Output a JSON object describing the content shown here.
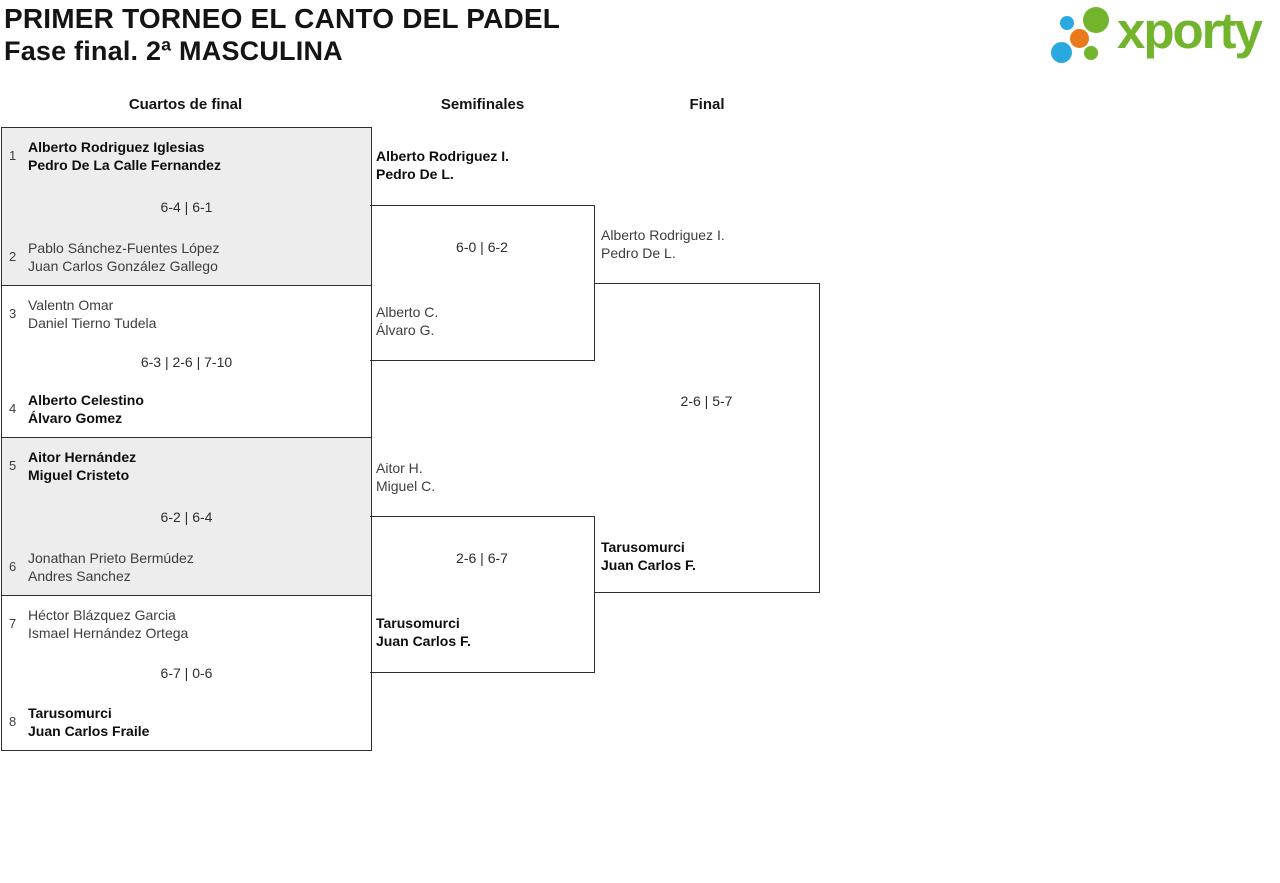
{
  "page": {
    "title_line1": "PRIMER TORNEO EL CANTO DEL PADEL",
    "title_line2": "Fase final. 2ª MASCULINA"
  },
  "logo": {
    "wordmark": "xporty",
    "dots": [
      "blue-small",
      "green-large",
      "orange-medium",
      "blue-large",
      "green-small"
    ],
    "colors": {
      "green": "#72b52c",
      "blue": "#2aa9e0",
      "orange": "#e87a1b"
    }
  },
  "colors": {
    "line": "#2e2e2e",
    "shaded_box_bg": "#ededed",
    "text": "#3d3d3d",
    "winner_text": "#0e0e0e"
  },
  "rounds": [
    {
      "label": "Cuartos de final"
    },
    {
      "label": "Semifinales"
    },
    {
      "label": "Final"
    }
  ],
  "quarterfinals": [
    {
      "seed_top": "1",
      "team_top": [
        "Alberto Rodriguez Iglesias",
        "Pedro De La Calle Fernandez"
      ],
      "team_top_winner": true,
      "score": "6-4 | 6-1",
      "seed_bottom": "2",
      "team_bottom": [
        "Pablo Sánchez-Fuentes López",
        "Juan Carlos González Gallego"
      ],
      "team_bottom_winner": false
    },
    {
      "seed_top": "3",
      "team_top": [
        "Valentn Omar",
        "Daniel Tierno Tudela"
      ],
      "team_top_winner": false,
      "score": "6-3 | 2-6 | 7-10",
      "seed_bottom": "4",
      "team_bottom": [
        "Alberto Celestino",
        "Álvaro Gomez"
      ],
      "team_bottom_winner": true
    },
    {
      "seed_top": "5",
      "team_top": [
        "Aitor Hernández",
        "Miguel Cristeto"
      ],
      "team_top_winner": true,
      "score": "6-2 | 6-4",
      "seed_bottom": "6",
      "team_bottom": [
        "Jonathan Prieto Bermúdez",
        "Andres Sanchez"
      ],
      "team_bottom_winner": false
    },
    {
      "seed_top": "7",
      "team_top": [
        "Héctor Blázquez Garcia",
        "Ismael Hernández Ortega"
      ],
      "team_top_winner": false,
      "score": "6-7 | 0-6",
      "seed_bottom": "8",
      "team_bottom": [
        "Tarusomurci",
        "Juan Carlos Fraile"
      ],
      "team_bottom_winner": true
    }
  ],
  "semifinals": [
    {
      "team_top": [
        "Alberto Rodriguez I.",
        "Pedro De L."
      ],
      "team_top_winner": true,
      "score": "6-0 | 6-2",
      "team_bottom": [
        "Alberto C.",
        "Álvaro G."
      ],
      "team_bottom_winner": false
    },
    {
      "team_top": [
        "Aitor H.",
        "Miguel C."
      ],
      "team_top_winner": false,
      "score": "2-6 | 6-7",
      "team_bottom": [
        "Tarusomurci",
        "Juan Carlos F."
      ],
      "team_bottom_winner": true
    }
  ],
  "final": {
    "team_top": [
      "Alberto Rodriguez I.",
      "Pedro De L."
    ],
    "team_top_winner": false,
    "score": "2-6 | 5-7",
    "team_bottom": [
      "Tarusomurci",
      "Juan Carlos F."
    ],
    "team_bottom_winner": true
  }
}
